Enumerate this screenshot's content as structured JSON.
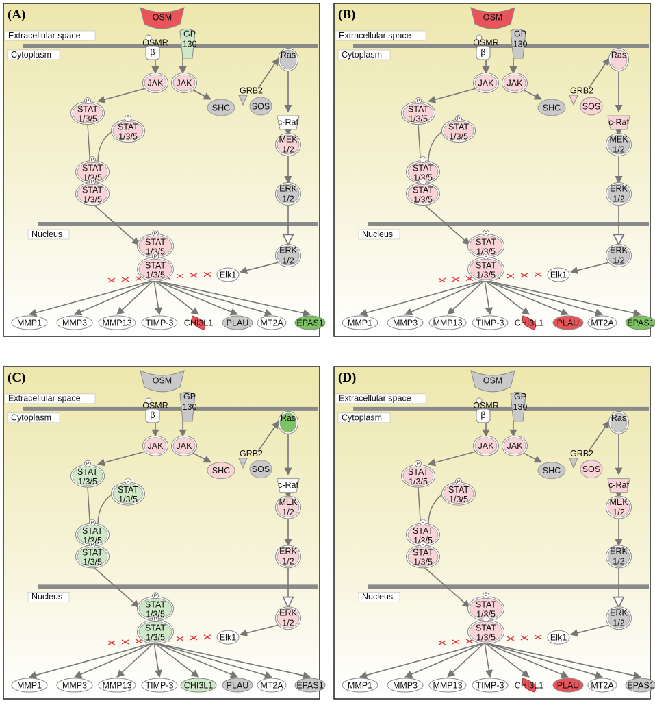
{
  "compartments": {
    "extracellular": "Extracellular space",
    "cytoplasm": "Cytoplasm",
    "nucleus": "Nucleus"
  },
  "colors": {
    "grey": "#c9c9c9",
    "pink": "#f9d3d6",
    "red": "#e8545a",
    "lightgreen": "#cfe8c7",
    "green": "#7cc463",
    "white": "#ffffff"
  },
  "labels": {
    "OSM": "OSM",
    "OSMR": "OSMR",
    "beta": "β",
    "GP": "GP",
    "GP130": "130",
    "JAK": "JAK",
    "SHC": "SHC",
    "GRB2": "GRB2",
    "SOS": "SOS",
    "Ras": "Ras",
    "cRaf": "c-Raf",
    "MEK": "MEK",
    "ERK": "ERK",
    "n12": "1/2",
    "STAT": "STAT",
    "n135": "1/3/5",
    "Elk1": "Elk1",
    "P": "P",
    "MMP1": "MMP1",
    "MMP3": "MMP3",
    "MMP13": "MMP13",
    "TIMP3": "TIMP-3",
    "CHI3L1": "CHI3L1",
    "PLAU": "PLAU",
    "MT2A": "MT2A",
    "EPAS1": "EPAS1"
  },
  "panels": [
    {
      "label": "(A)",
      "colors": {
        "OSM": "red",
        "OSMR": "white",
        "GP130": "lightgreen",
        "JAK1": "pink",
        "JAK2": "pink",
        "SHC": "grey",
        "GRB2": "grey",
        "SOS": "grey",
        "Ras": "grey",
        "cRaf": "white",
        "MEK": "pink",
        "ERK": "grey",
        "ERKn": "grey",
        "Elk1": "white",
        "STAT1": "pink",
        "STAT2": "pink",
        "STAT3": "pink",
        "STATn": "pink",
        "MMP1": "white",
        "MMP3": "white",
        "MMP13": "white",
        "TIMP3": "white",
        "CHI3L1": "red",
        "PLAU": "grey",
        "MT2A": "white",
        "EPAS1": "green"
      }
    },
    {
      "label": "(B)",
      "colors": {
        "OSM": "red",
        "OSMR": "white",
        "GP130": "grey",
        "JAK1": "pink",
        "JAK2": "pink",
        "SHC": "grey",
        "GRB2": "pink",
        "SOS": "pink",
        "Ras": "pink",
        "cRaf": "pink",
        "MEK": "grey",
        "ERK": "grey",
        "ERKn": "grey",
        "Elk1": "white",
        "STAT1": "pink",
        "STAT2": "pink",
        "STAT3": "pink",
        "STATn": "pink",
        "MMP1": "white",
        "MMP3": "white",
        "MMP13": "white",
        "TIMP3": "white",
        "CHI3L1": "red",
        "PLAU": "red",
        "MT2A": "white",
        "EPAS1": "green"
      }
    },
    {
      "label": "(C)",
      "colors": {
        "OSM": "grey",
        "OSMR": "white",
        "GP130": "grey",
        "JAK1": "pink",
        "JAK2": "pink",
        "SHC": "pink",
        "GRB2": "grey",
        "SOS": "grey",
        "Ras": "green",
        "cRaf": "white",
        "MEK": "pink",
        "ERK": "pink",
        "ERKn": "pink",
        "Elk1": "white",
        "STAT1": "lightgreen",
        "STAT2": "lightgreen",
        "STAT3": "lightgreen",
        "STATn": "lightgreen",
        "MMP1": "white",
        "MMP3": "white",
        "MMP13": "white",
        "TIMP3": "white",
        "CHI3L1": "lightgreen",
        "PLAU": "grey",
        "MT2A": "white",
        "EPAS1": "grey"
      }
    },
    {
      "label": "(D)",
      "colors": {
        "OSM": "grey",
        "OSMR": "white",
        "GP130": "grey",
        "JAK1": "pink",
        "JAK2": "pink",
        "SHC": "grey",
        "GRB2": "grey",
        "SOS": "pink",
        "Ras": "grey",
        "cRaf": "pink",
        "MEK": "pink",
        "ERK": "grey",
        "ERKn": "grey",
        "Elk1": "white",
        "STAT1": "pink",
        "STAT2": "pink",
        "STAT3": "pink",
        "STATn": "pink",
        "MMP1": "white",
        "MMP3": "white",
        "MMP13": "white",
        "TIMP3": "white",
        "CHI3L1": "red",
        "PLAU": "red",
        "MT2A": "white",
        "EPAS1": "grey"
      }
    }
  ]
}
